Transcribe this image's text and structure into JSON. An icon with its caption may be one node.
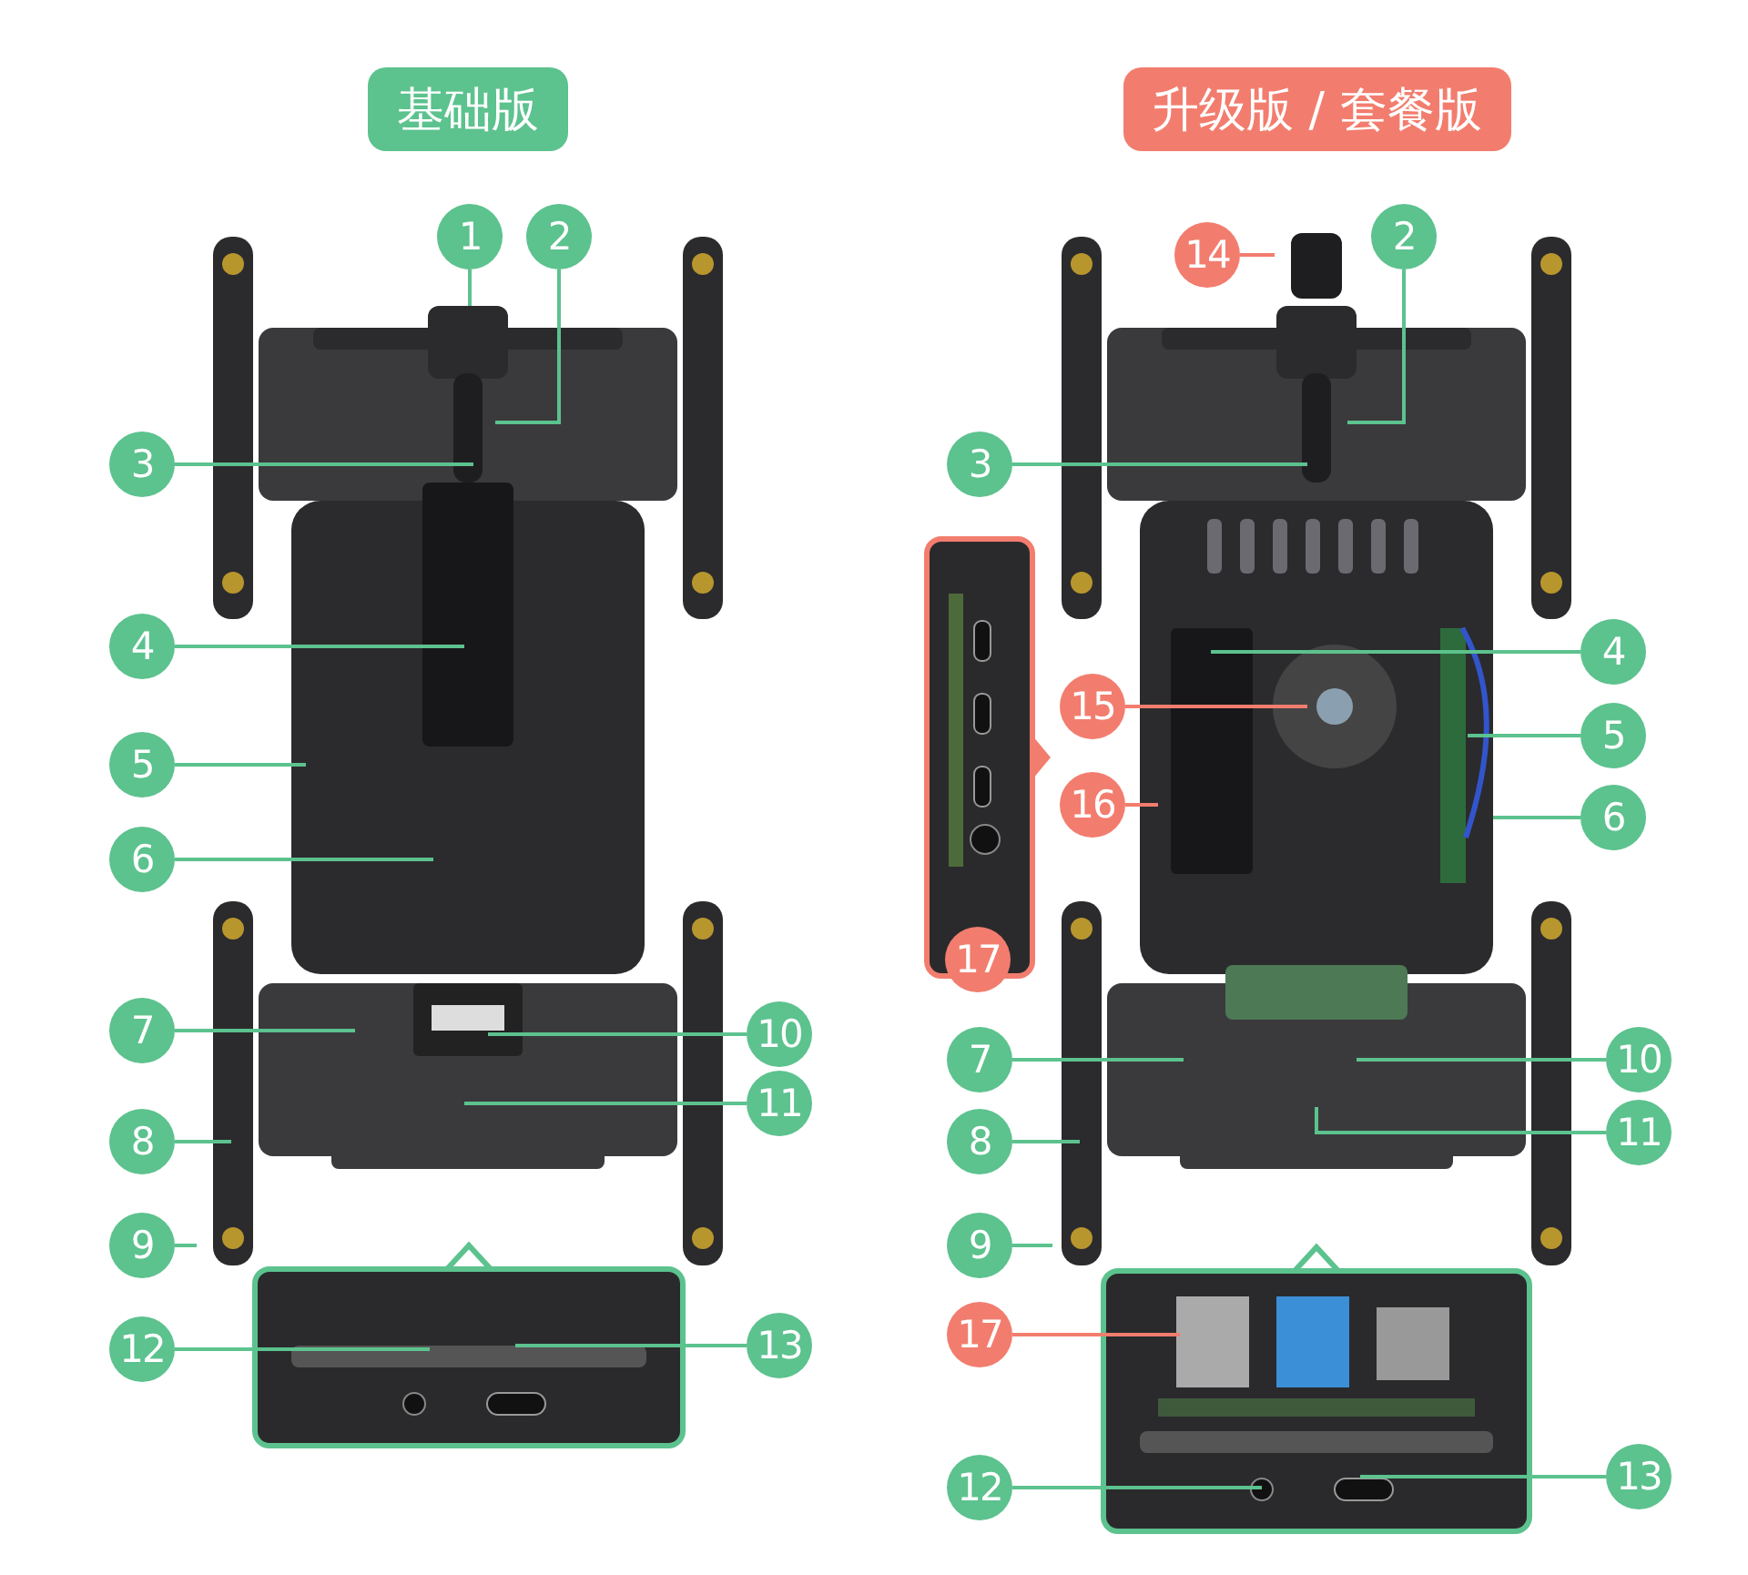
{
  "diagram": {
    "nodes": [
      {
        "text": [
          "基础版"
        ]
      },
      {
        "text": [
          "升级版 / 套餐版"
        ]
      },
      {
        "text": [
          "1"
        ]
      },
      {
        "text": [
          "2"
        ]
      },
      {
        "text": [
          "3"
        ]
      },
      {
        "text": [
          "4"
        ]
      },
      {
        "text": [
          "5"
        ]
      },
      {
        "text": [
          "6"
        ]
      },
      {
        "text": [
          "7"
        ]
      },
      {
        "text": [
          "8"
        ]
      },
      {
        "text": [
          "9"
        ]
      },
      {
        "text": [
          "10"
        ]
      },
      {
        "text": [
          "11"
        ]
      },
      {
        "text": [
          "12"
        ]
      },
      {
        "text": [
          "13"
        ]
      },
      {
        "text": [
          "14"
        ]
      },
      {
        "text": [
          "2"
        ]
      },
      {
        "text": [
          "3"
        ]
      },
      {
        "text": [
          "4"
        ]
      },
      {
        "text": [
          "15"
        ]
      },
      {
        "text": [
          "5"
        ]
      },
      {
        "text": [
          "16"
        ]
      },
      {
        "text": [
          "6"
        ]
      },
      {
        "text": [
          "17"
        ]
      },
      {
        "text": [
          "7"
        ]
      },
      {
        "text": [
          "10"
        ]
      },
      {
        "text": [
          "8"
        ]
      },
      {
        "text": [
          "11"
        ]
      },
      {
        "text": [
          "9"
        ]
      },
      {
        "text": [
          "17"
        ]
      },
      {
        "text": [
          "12"
        ]
      },
      {
        "text": [
          "13"
        ]
      }
    ],
    "edges": [
      {
        "from": 2,
        "to": null,
        "arrow": "none"
      },
      {
        "from": 3,
        "to": null,
        "arrow": "none"
      },
      {
        "from": 4,
        "to": null,
        "arrow": "none"
      },
      {
        "from": 5,
        "to": null,
        "arrow": "none"
      },
      {
        "from": 6,
        "to": null,
        "arrow": "none"
      },
      {
        "from": 7,
        "to": null,
        "arrow": "none"
      },
      {
        "from": 8,
        "to": null,
        "arrow": "none"
      },
      {
        "from": 9,
        "to": null,
        "arrow": "none"
      },
      {
        "from": 10,
        "to": null,
        "arrow": "none"
      },
      {
        "from": 11,
        "to": null,
        "arrow": "none"
      },
      {
        "from": 12,
        "to": null,
        "arrow": "none"
      },
      {
        "from": 13,
        "to": null,
        "arrow": "none"
      },
      {
        "from": 14,
        "to": null,
        "arrow": "none"
      },
      {
        "from": 15,
        "to": null,
        "arrow": "none",
        "color": "#f27d6e"
      },
      {
        "from": 16,
        "to": null,
        "arrow": "none"
      },
      {
        "from": 17,
        "to": null,
        "arrow": "none"
      },
      {
        "from": 18,
        "to": null,
        "arrow": "none"
      },
      {
        "from": 19,
        "to": null,
        "arrow": "none",
        "color": "#f27d6e"
      },
      {
        "from": 20,
        "to": null,
        "arrow": "none"
      },
      {
        "from": 21,
        "to": null,
        "arrow": "none",
        "color": "#f27d6e"
      },
      {
        "from": 22,
        "to": null,
        "arrow": "none"
      },
      {
        "from": 24,
        "to": null,
        "arrow": "none"
      },
      {
        "from": 25,
        "to": null,
        "arrow": "none"
      },
      {
        "from": 26,
        "to": null,
        "arrow": "none"
      },
      {
        "from": 27,
        "to": null,
        "arrow": "none"
      },
      {
        "from": 28,
        "to": null,
        "arrow": "none"
      },
      {
        "from": 29,
        "to": null,
        "arrow": "none",
        "color": "#f27d6e"
      },
      {
        "from": 30,
        "to": null,
        "arrow": "none"
      },
      {
        "from": 31,
        "to": null,
        "arrow": "none"
      }
    ]
  }
}
